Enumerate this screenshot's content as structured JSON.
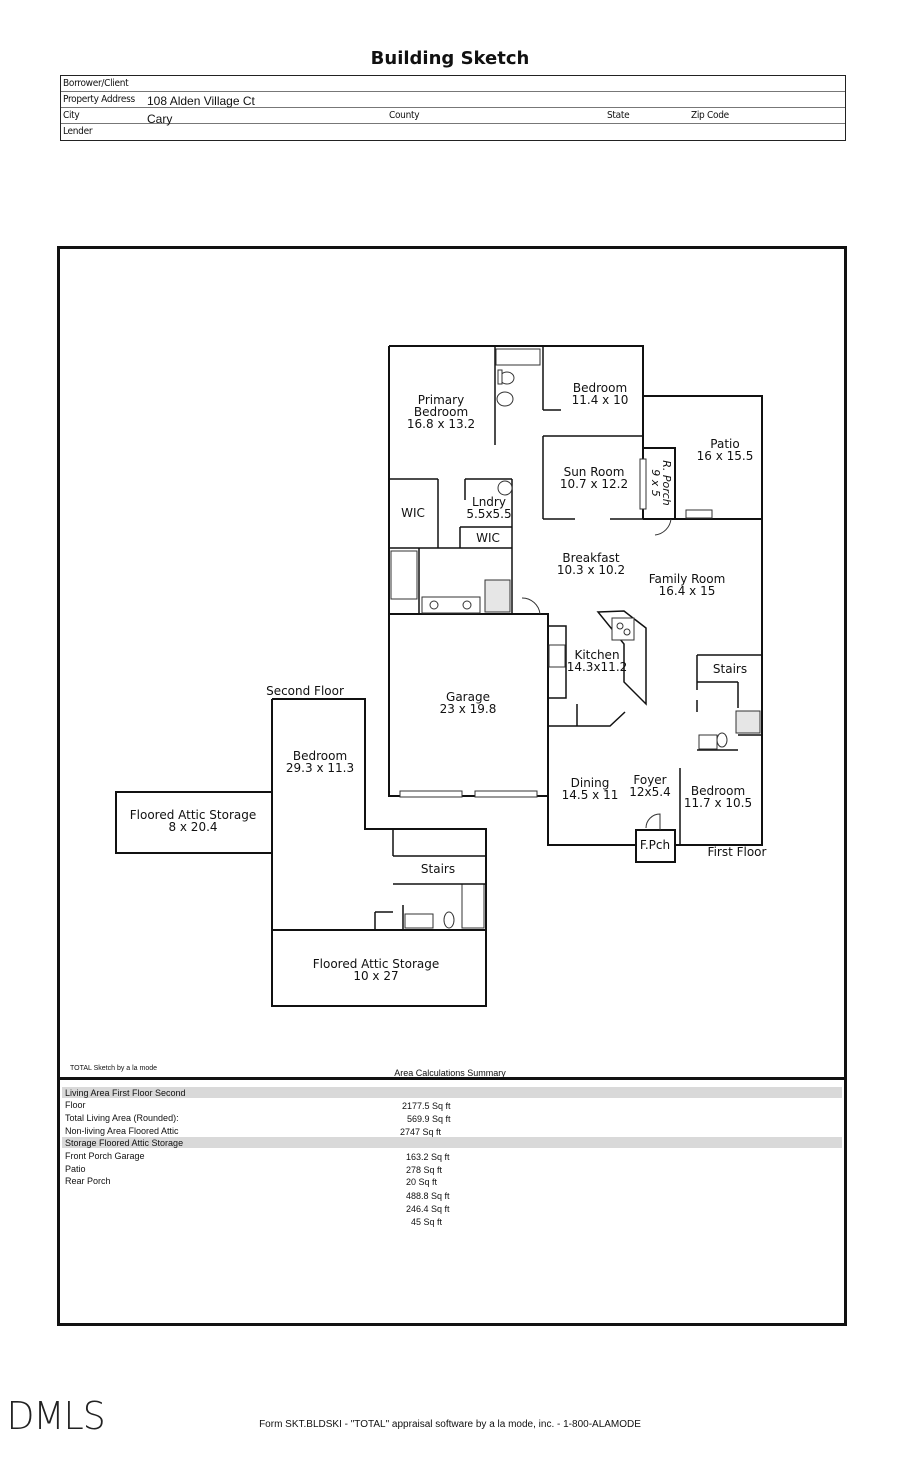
{
  "title": "Building Sketch",
  "header": {
    "borrower_label": "Borrower/Client",
    "borrower_value": "",
    "address_label": "Property Address",
    "address_value": "108 Alden Village Ct",
    "city_label": "City",
    "city_value": "Cary",
    "county_label": "County",
    "state_label": "State",
    "zip_label": "Zip Code",
    "lender_label": "Lender"
  },
  "rooms": {
    "primary_bedroom": "Primary\nBedroom\n16.8 x 13.2",
    "bedroom1": "Bedroom\n11.4 x 10",
    "patio": "Patio\n16 x 15.5",
    "sun_room": "Sun Room\n10.7 x 12.2",
    "r_porch": "R. Porch\n9 x 5",
    "wic1": "WIC",
    "lndry": "Lndry\n5.5x5.5",
    "wic2": "WIC",
    "breakfast": "Breakfast\n10.3 x 10.2",
    "family_room": "Family Room\n16.4 x 15",
    "kitchen": "Kitchen\n14.3x11.2",
    "stairs1": "Stairs",
    "garage": "Garage\n23 x 19.8",
    "dining": "Dining\n14.5 x 11",
    "foyer": "Foyer\n12x5.4",
    "bedroom2": "Bedroom\n11.7 x 10.5",
    "fpch": "F.Pch",
    "first_floor": "First Floor",
    "second_floor": "Second Floor",
    "bedroom3": "Bedroom\n29.3 x 11.3",
    "attic1": "Floored Attic Storage\n8 x 20.4",
    "stairs2": "Stairs",
    "attic2": "Floored Attic Storage\n10 x 27"
  },
  "summary": {
    "sketch_by": "TOTAL Sketch by a la mode",
    "title": "Area Calculations Summary",
    "band1": "Living   Area   First   Floor   Second",
    "lines": [
      "Floor",
      "Total Living Area (Rounded):",
      "Non-living   Area   Floored   Attic"
    ],
    "band2": "Storage   Floored   Attic   Storage",
    "lines2": [
      "Front Porch Garage",
      "Patio",
      "Rear Porch"
    ],
    "values": [
      "2177.5 Sq ft",
      "569.9 Sq ft",
      "2747 Sq ft",
      "163.2 Sq ft",
      "278  Sq  ft",
      "20 Sq ft",
      "488.8 Sq ft",
      "246.4 Sq ft",
      "45 Sq ft"
    ]
  },
  "footer": "Form SKT.BLDSKI - \"TOTAL\" appraisal software by a la mode, inc. - 1-800-ALAMODE",
  "watermark": "DMLS"
}
